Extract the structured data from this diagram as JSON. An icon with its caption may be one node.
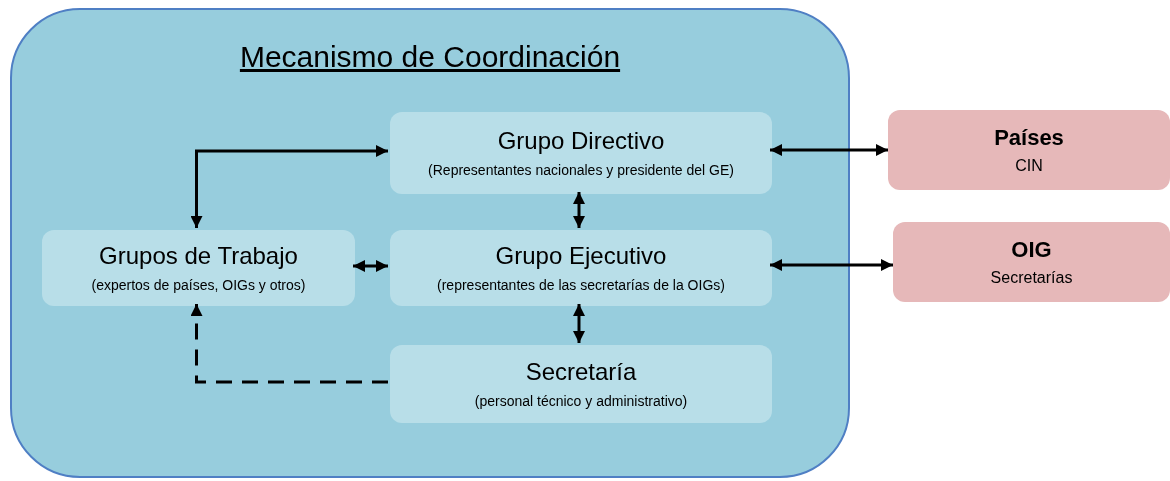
{
  "diagram": {
    "nodes": [
      {
        "text": [
          "Mecanismo de Coordinación"
        ]
      },
      {
        "text": [
          "Grupo Directivo",
          "(Representantes nacionales y presidente del GE)"
        ],
        "in": 0
      },
      {
        "text": [
          "Grupos de Trabajo",
          "(expertos de países, OIGs y otros)"
        ],
        "in": 0
      },
      {
        "text": [
          "Grupo Ejecutivo",
          "(representantes de las secretarías de la OIGs)"
        ],
        "in": 0
      },
      {
        "text": [
          "Secretaría",
          "(personal técnico y administrativo)"
        ],
        "in": 0
      },
      {
        "text": [
          "Países",
          "CIN"
        ]
      },
      {
        "text": [
          "OIG",
          "Secretarías"
        ]
      }
    ],
    "edges": [
      {
        "from": 1,
        "to": 2,
        "arrow": "both"
      },
      {
        "from": 1,
        "to": 5,
        "arrow": "both"
      },
      {
        "from": 1,
        "to": 3,
        "arrow": "both"
      },
      {
        "from": 2,
        "to": 3,
        "arrow": "both"
      },
      {
        "from": 3,
        "to": 6,
        "arrow": "both"
      },
      {
        "from": 3,
        "to": 4,
        "arrow": "both"
      },
      {
        "from": 4,
        "to": 2,
        "arrow": "to",
        "style": "dashed"
      }
    ]
  }
}
